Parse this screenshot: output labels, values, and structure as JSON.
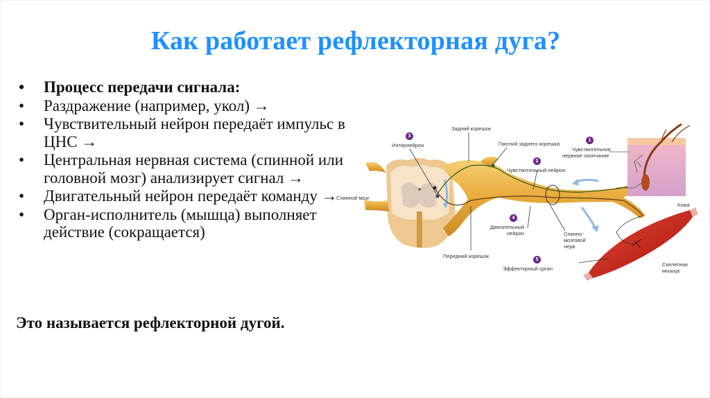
{
  "slide": {
    "title": "Как работает рефлекторная дуга?",
    "title_color": "#1e90ff",
    "bullet_glyph": "•",
    "bullets": [
      {
        "text": "Процесс передачи сигнала:",
        "bold": true
      },
      {
        "text": "Раздражение (например, укол) →",
        "bold": false
      },
      {
        "text": "Чувствительный нейрон передаёт импульс в ЦНС →",
        "bold": false
      },
      {
        "text": "Центральная нервная система (спинной или головной мозг) анализирует сигнал →",
        "bold": false
      },
      {
        "text": "Двигательный нейрон передаёт команду →",
        "bold": false
      },
      {
        "text": "Орган-исполнитель (мышца) выполняет действие (сокращается)",
        "bold": false
      }
    ],
    "conclusion": "Это называется рефлекторной дугой."
  },
  "diagram": {
    "labels": {
      "dorsal_root": "Задний корешок",
      "interneuron": "Интернейрон",
      "dorsal_root_ganglion": "Ганглий заднего корешка",
      "sensory_ending_line1": "Чувствительное",
      "sensory_ending_line2": "нервное окончание",
      "sensory_neuron": "Чувствительный нейрон",
      "spinal_cord": "Спинной мозг",
      "skin": "Кожа",
      "motor_neuron_line1": "Двигательный",
      "motor_neuron_line2": "нейрон",
      "spinal_nerve_line1": "Спинно-",
      "spinal_nerve_line2": "мозговой",
      "spinal_nerve_line3": "нерв",
      "ventral_root": "Передний корешок",
      "effector_organ": "Эффекторный орган",
      "skeletal_muscle_line1": "Скелетная",
      "skeletal_muscle_line2": "мышца"
    },
    "numbers": {
      "n1": "1",
      "n2": "2",
      "n3": "3",
      "n4": "4",
      "n5": "5"
    },
    "colors": {
      "nerve": "#e8a93a",
      "cord": "#f3d9b5",
      "muscle": "#c0281c",
      "skin": "#d9a3c8",
      "marker": "#6a2a8a",
      "arrow": "#8fb8e6"
    }
  }
}
